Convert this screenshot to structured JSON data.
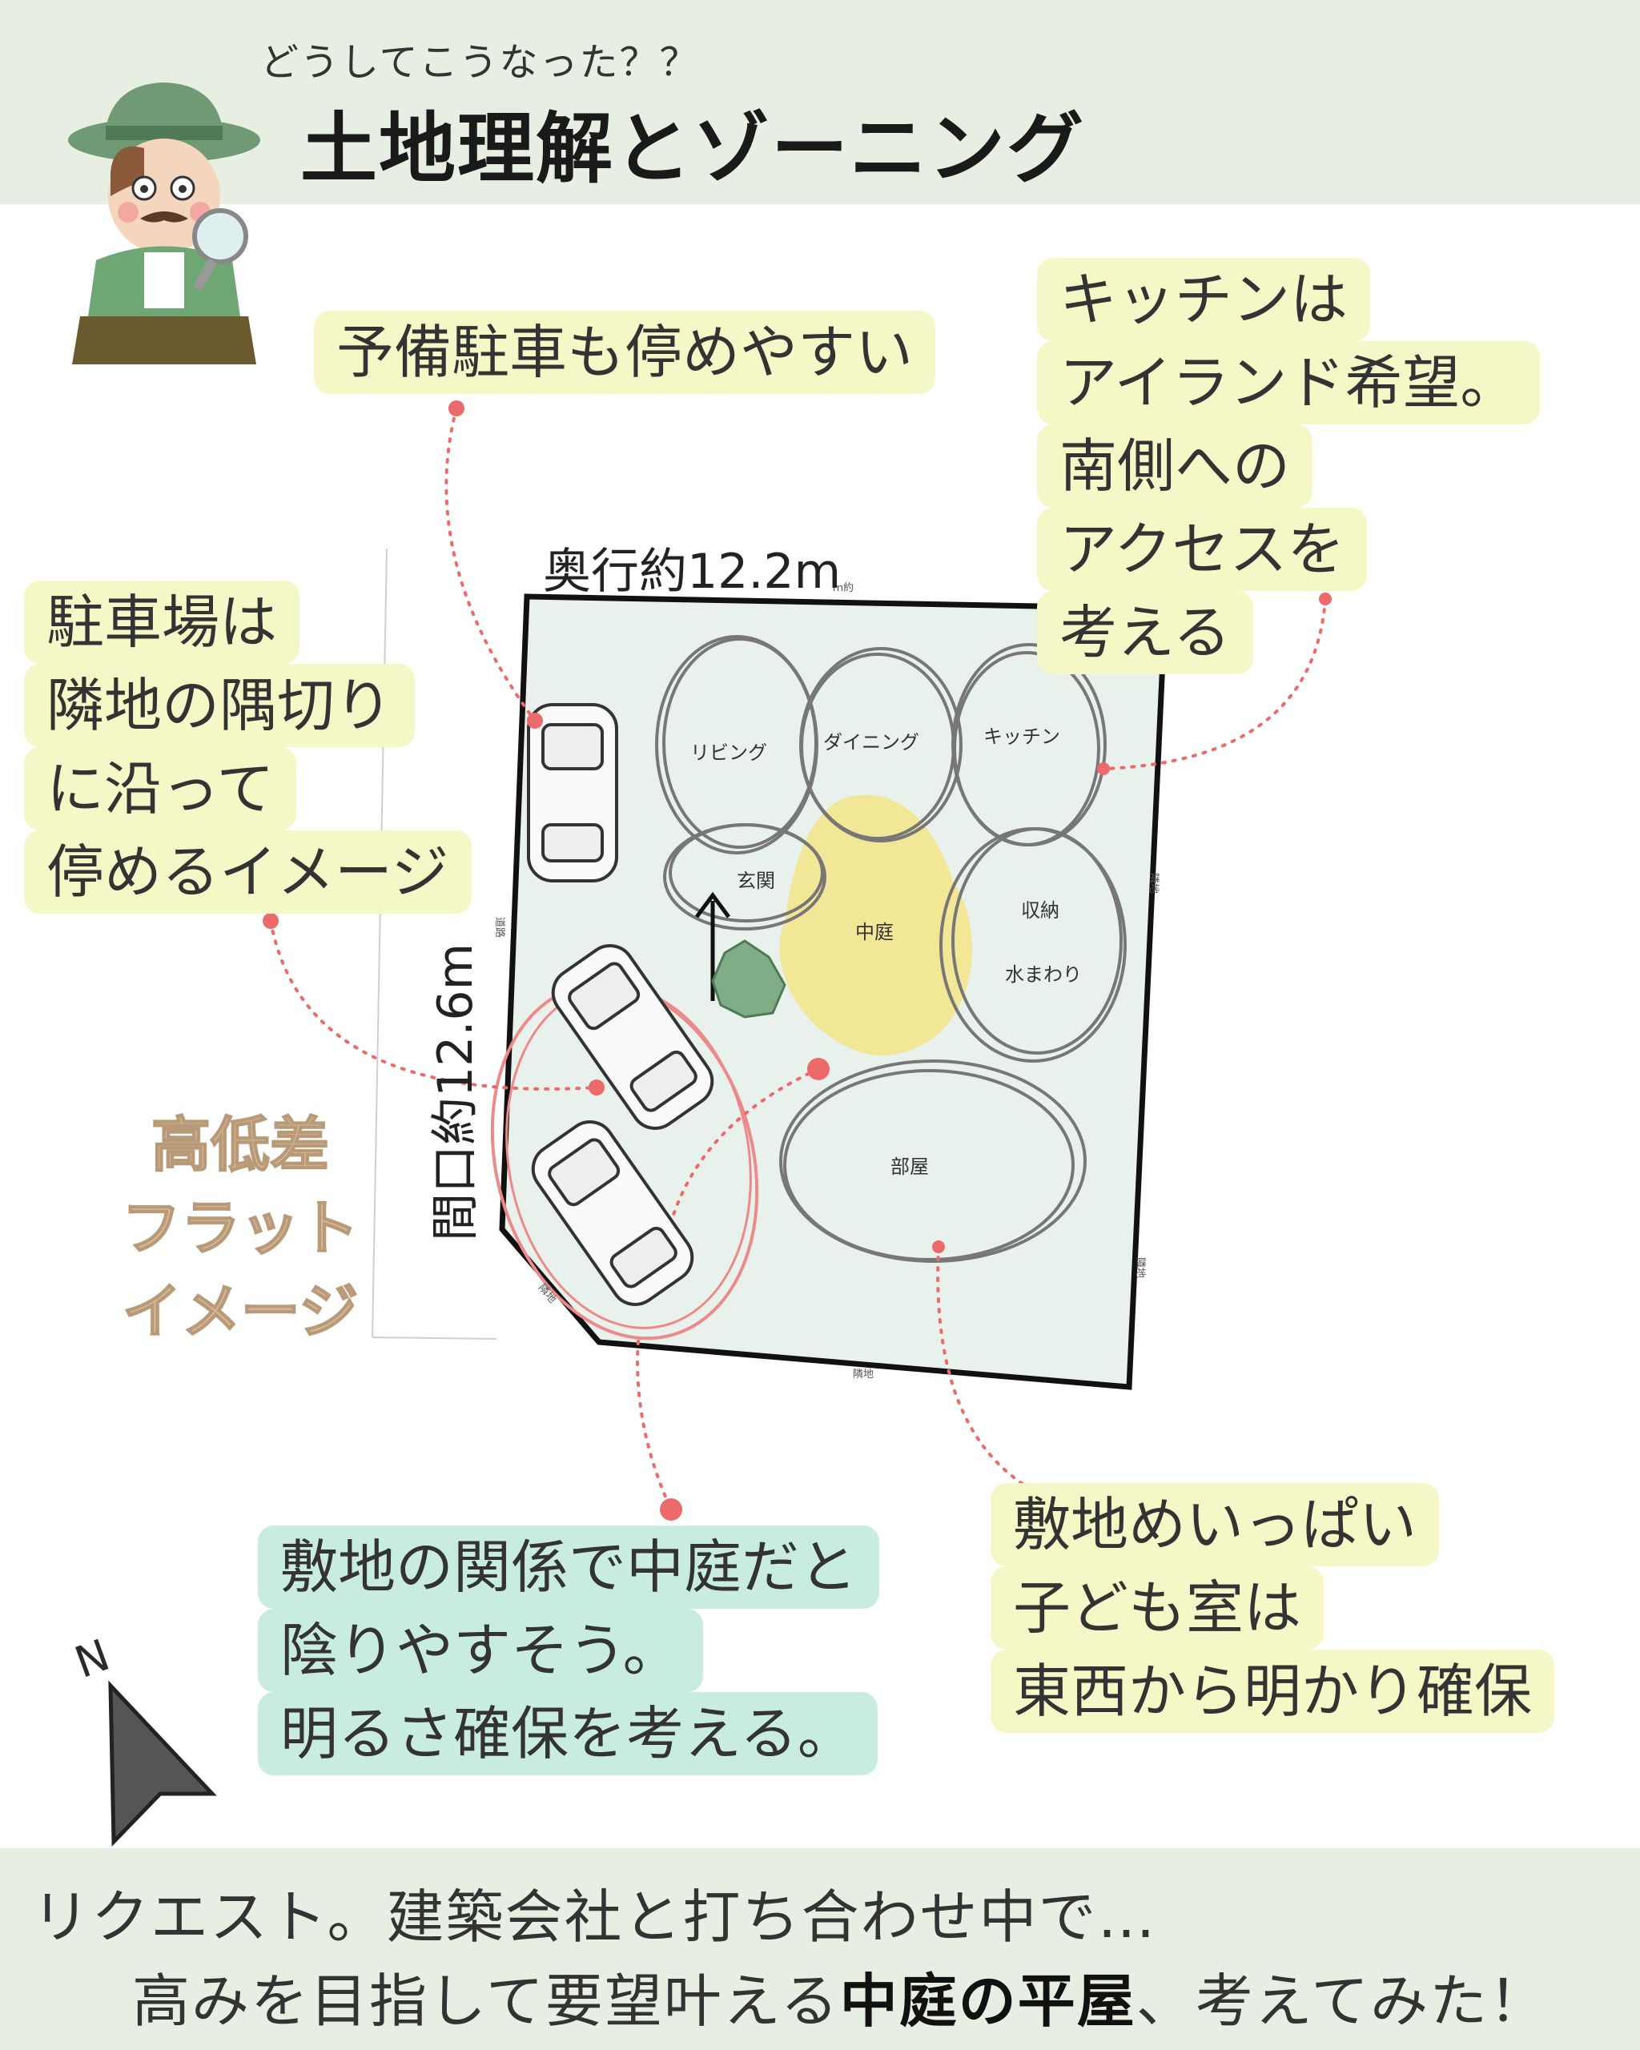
{
  "header": {
    "subtitle": "どうしてこうなった？？",
    "title": "土地理解とゾーニング"
  },
  "notes": {
    "parking_spare": "予備駐車も停めやすい",
    "kitchen": [
      "キッチンは",
      "アイランド希望。",
      "南側への",
      "アクセスを",
      "考える"
    ],
    "parking": [
      "駐車場は",
      "隣地の隅切り",
      "に沿って",
      "停めるイメージ"
    ],
    "courtyard": [
      "敷地の関係で中庭だと",
      "陰りやすそう。",
      "明るさ確保を考える。"
    ],
    "kids_room": [
      "敷地めいっぱい",
      "子ども室は",
      "東西から明かり確保"
    ]
  },
  "dimensions": {
    "depth": "奥行約12.2m",
    "frontage": "間口約12.6m"
  },
  "level": [
    "高低差",
    "フラット",
    "イメージ"
  ],
  "rooms": {
    "living": "リビング",
    "dining": "ダイニング",
    "kitchen": "キッチン",
    "entrance": "玄関",
    "courtyard": "中庭",
    "storage": "収納",
    "water": "水まわり",
    "room": "部屋"
  },
  "site_labels": {
    "road": "道路",
    "neighbor": "隣地",
    "top_tiny": "ｍ約"
  },
  "compass": "N",
  "footer": {
    "line1": "リクエスト。建築会社と打ち合わせ中で…",
    "line2_prefix": "高みを目指して要望叶える",
    "line2_bold": "中庭の平屋",
    "line2_suffix": "、考えてみた！"
  },
  "colors": {
    "band": "#e6efe1",
    "note_highlight": "#f5f7c6",
    "green_highlight": "#c8ecdd",
    "site_fill": "#e9f1ec",
    "courtyard_yellow": "#f3e48e",
    "leader_dot": "#ec6a6a"
  }
}
